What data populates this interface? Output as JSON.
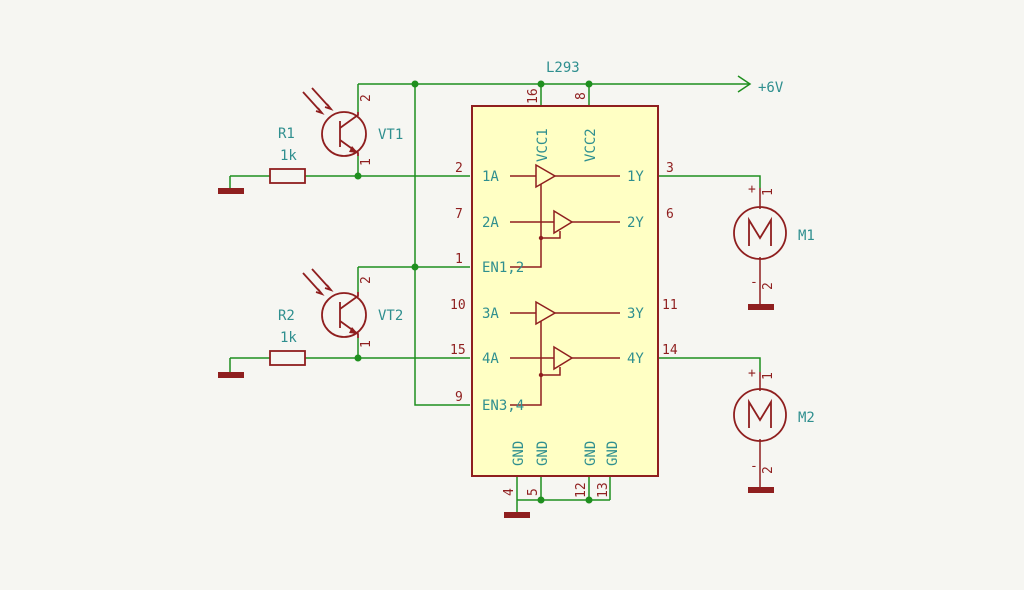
{
  "ic": {
    "ref": "L293",
    "pins": {
      "vcc1_num": "16",
      "vcc2_num": "8",
      "in1_num": "2",
      "in2_num": "7",
      "en12_num": "1",
      "in3_num": "10",
      "in4_num": "15",
      "en34_num": "9",
      "out1_num": "3",
      "out2_num": "6",
      "out3_num": "11",
      "out4_num": "14",
      "gnd_a_num": "4",
      "gnd_b_num": "5",
      "gnd_c_num": "12",
      "gnd_d_num": "13"
    },
    "pin_names": {
      "vcc1": "VCC1",
      "vcc2": "VCC2",
      "in1": "1A",
      "in2": "2A",
      "en12": "EN1,2",
      "in3": "3A",
      "in4": "4A",
      "en34": "EN3,4",
      "out1": "1Y",
      "out2": "2Y",
      "out3": "3Y",
      "out4": "4Y",
      "gnd": "GND"
    }
  },
  "power": {
    "label": "+6V"
  },
  "resistors": [
    {
      "ref": "R1",
      "value": "1k"
    },
    {
      "ref": "R2",
      "value": "1k"
    }
  ],
  "transistors": [
    {
      "ref": "VT1",
      "pin_c": "2",
      "pin_e": "1"
    },
    {
      "ref": "VT2",
      "pin_c": "2",
      "pin_e": "1"
    }
  ],
  "motors": [
    {
      "ref": "M1",
      "pin_plus_num": "1",
      "pin_minus_num": "2",
      "plus": "+",
      "minus": "-"
    },
    {
      "ref": "M2",
      "pin_plus_num": "1",
      "pin_minus_num": "2",
      "plus": "+",
      "minus": "-"
    }
  ],
  "colors": {
    "wire": "#1f8f1f",
    "component": "#8f1f1f",
    "ic_fill": "#ffffc4",
    "pin_label": "#2f8f8f"
  }
}
